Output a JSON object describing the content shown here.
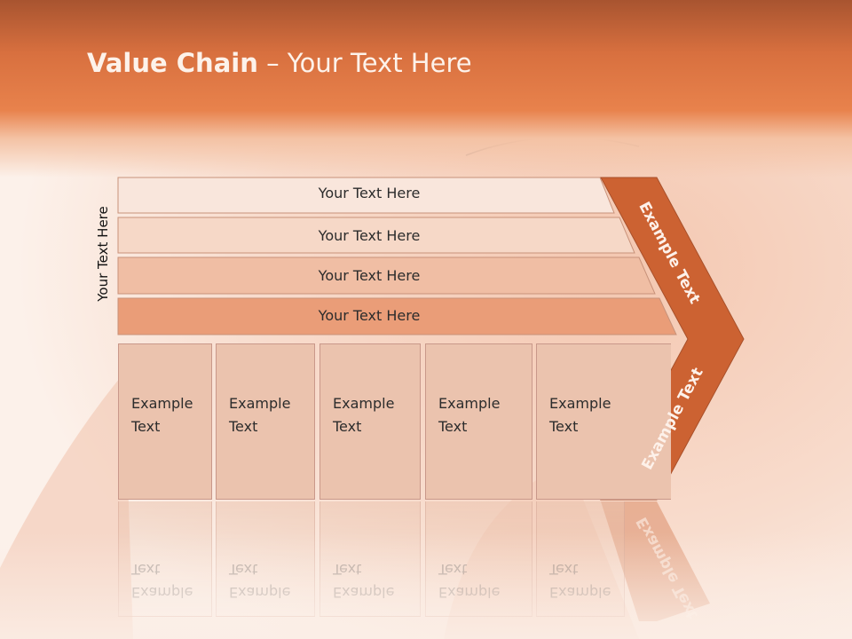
{
  "slide": {
    "title_bold": "Value Chain",
    "title_rest": " – Your Text Here",
    "side_label": "Your Text Here",
    "bars": [
      {
        "label": "Your Text Here",
        "color": "#f9e6dc"
      },
      {
        "label": "Your Text Here",
        "color": "#f6d8c7"
      },
      {
        "label": "Your Text Here",
        "color": "#f0bea4"
      },
      {
        "label": "Your Text Here",
        "color": "#ea9d78"
      }
    ],
    "boxes": [
      {
        "label": "Example\nText"
      },
      {
        "label": "Example\nText"
      },
      {
        "label": "Example\nText"
      },
      {
        "label": "Example\nText"
      },
      {
        "label": "Example\nText"
      }
    ],
    "chevron": {
      "upper_label": "Example Text",
      "lower_label": "Example Text",
      "color": "#cc6232"
    },
    "colors": {
      "title_band": "#e07a45",
      "box_fill": "#ebc3ae",
      "background": "#fbeee6"
    }
  }
}
